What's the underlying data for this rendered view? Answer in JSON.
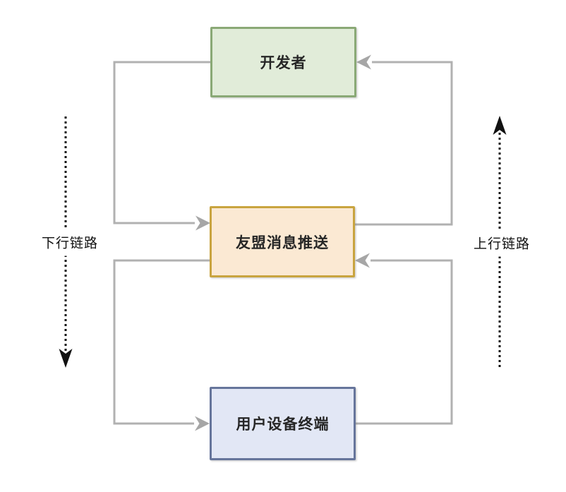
{
  "diagram": {
    "nodes": [
      {
        "id": "developer",
        "label": "开发者",
        "fill": "#e1ecd9",
        "border": "#8aa976"
      },
      {
        "id": "umeng-push",
        "label": "友盟消息推送",
        "fill": "#fbe9d3",
        "border": "#c9a43f"
      },
      {
        "id": "user-device",
        "label": "用户设备终端",
        "fill": "#e2e7f5",
        "border": "#66759b"
      }
    ],
    "flow_labels": {
      "downlink": "下行链路",
      "uplink": "上行链路"
    },
    "colors": {
      "connector": "#b1b1b1",
      "connector_arrow": "#a6a6a6",
      "dotted_line": "#111111",
      "node_text": "#262626",
      "background": "#ffffff"
    }
  }
}
